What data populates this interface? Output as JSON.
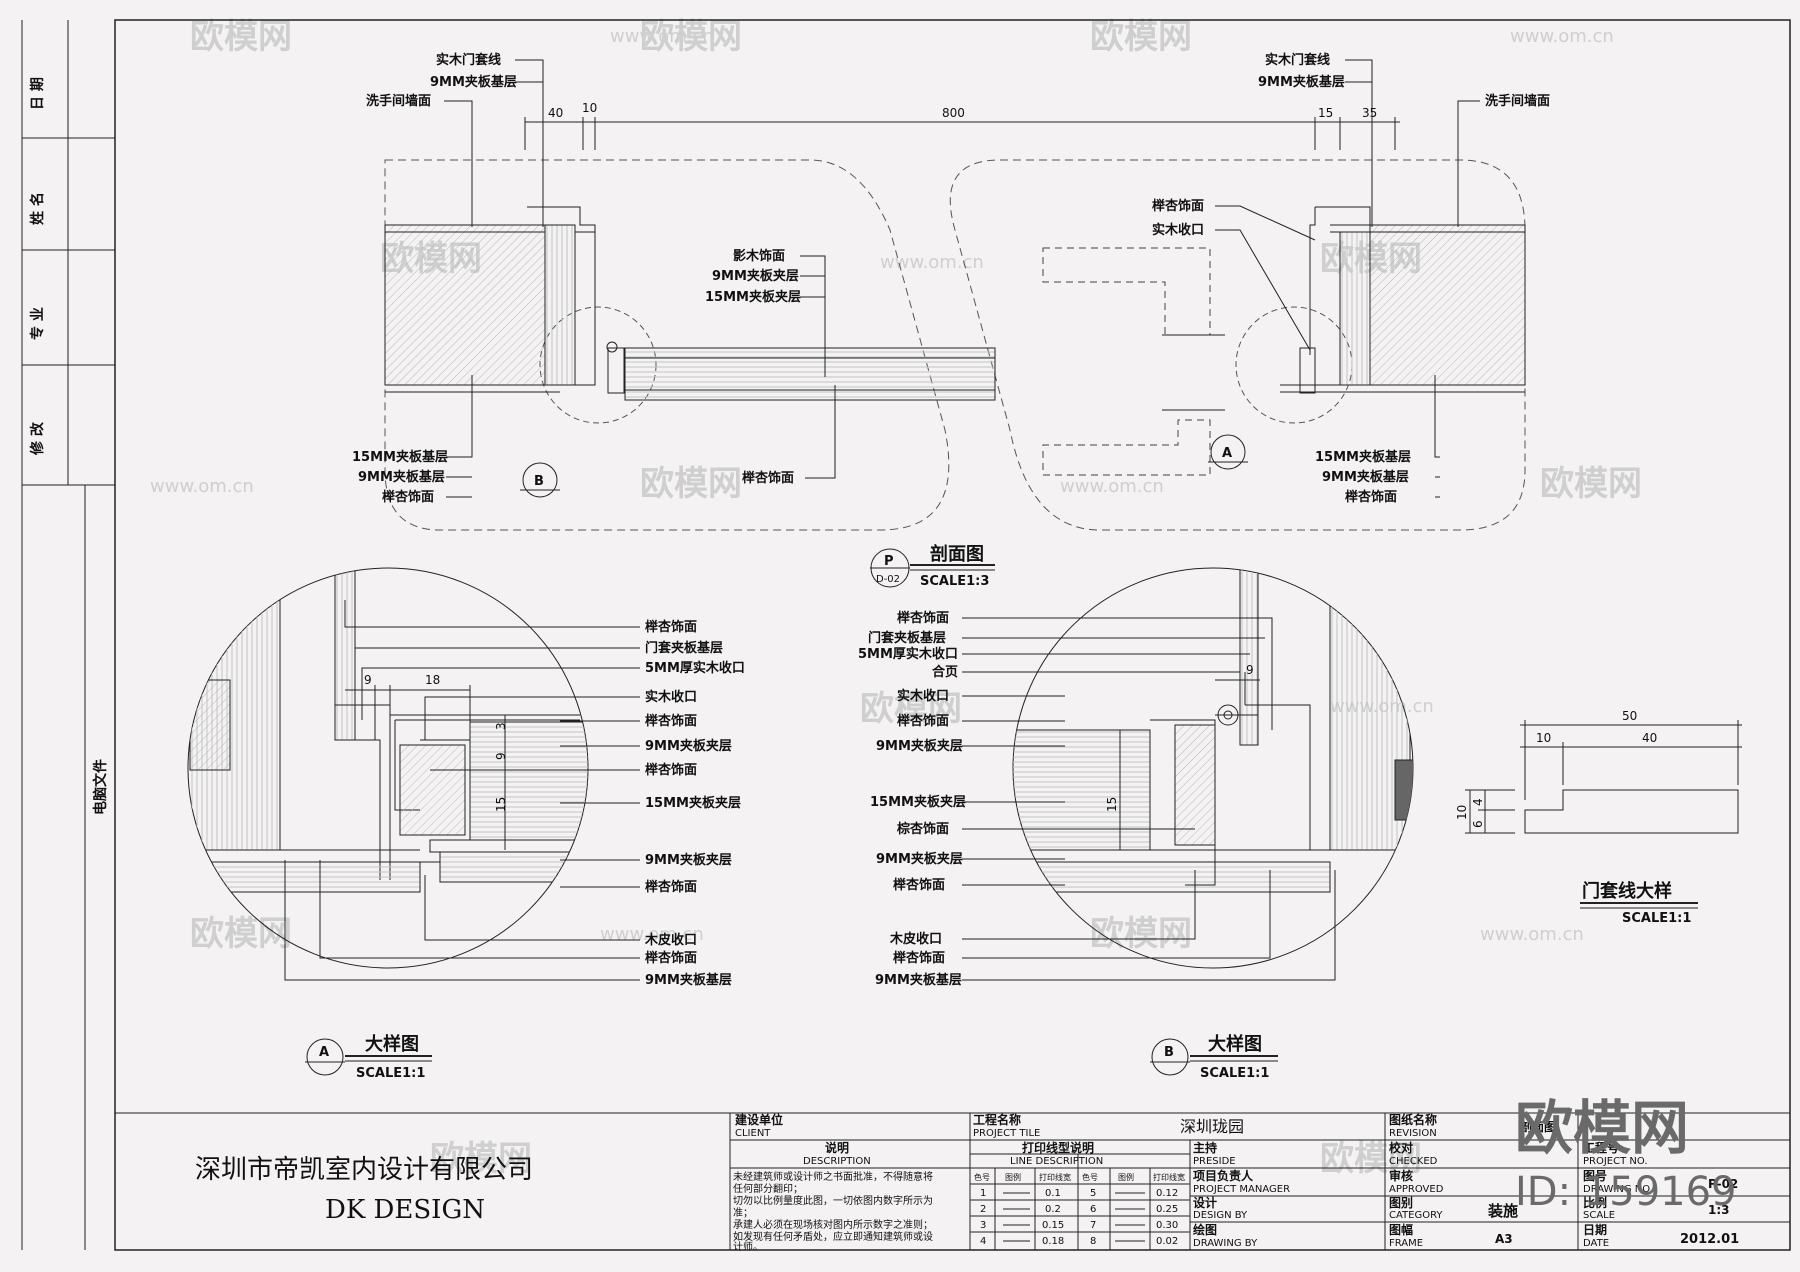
{
  "drawing_title": {
    "name": "剖面图",
    "scale": "SCALE1:3",
    "marker": "P",
    "sheet_ref": "D-02"
  },
  "detail_a_title": {
    "name": "大样图",
    "scale": "SCALE1:1",
    "marker": "A"
  },
  "detail_b_title": {
    "name": "大样图",
    "scale": "SCALE1:1",
    "marker": "B"
  },
  "casing_detail": {
    "name": "门套线大样",
    "scale": "SCALE1:1",
    "dims": [
      "50",
      "10",
      "40",
      "10",
      "4",
      "6"
    ]
  },
  "section": {
    "top_dims": [
      "40",
      "10",
      "800",
      "15",
      "35"
    ],
    "left_top_labels": [
      "实木门套线",
      "9MM夹板基层",
      "洗手间墙面"
    ],
    "right_top_labels": [
      "实木门套线",
      "9MM夹板基层"
    ],
    "right_wall_label": "洗手间墙面",
    "door_labels": [
      "影木饰面",
      "9MM夹板夹层",
      "15MM夹板夹层"
    ],
    "right_mid_labels": [
      "榉杏饰面",
      "实木收口"
    ],
    "left_bottom_labels": [
      "15MM夹板基层",
      "9MM夹板基层",
      "榉杏饰面"
    ],
    "center_bottom_label": "榉杏饰面",
    "right_bottom_labels": [
      "15MM夹板基层",
      "9MM夹板基层",
      "榉杏饰面"
    ],
    "marker_a": "A",
    "marker_b": "B"
  },
  "detail_a": {
    "dims": [
      "9",
      "18",
      "3",
      "9",
      "15"
    ],
    "labels": [
      "榉杏饰面",
      "门套夹板基层",
      "5MM厚实木收口",
      "实木收口",
      "榉杏饰面",
      "9MM夹板夹层",
      "榉杏饰面",
      "15MM夹板夹层",
      "9MM夹板夹层",
      "榉杏饰面"
    ],
    "bottom_labels": [
      "木皮收口",
      "榉杏饰面",
      "9MM夹板基层"
    ]
  },
  "detail_b": {
    "dims": [
      "9",
      "15"
    ],
    "labels": [
      "榉杏饰面",
      "门套夹板基层",
      "5MM厚实木收口",
      "合页",
      "实木收口",
      "榉杏饰面",
      "9MM夹板夹层",
      "15MM夹板夹层",
      "棕杏饰面",
      "9MM夹板夹层",
      "榉杏饰面"
    ],
    "bottom_labels": [
      "木皮收口",
      "榉杏饰面",
      "9MM夹板基层"
    ]
  },
  "side_panel": {
    "rows": [
      "日 期",
      "姓 名",
      "专 业",
      "修 改"
    ],
    "file_label": "电脑文件"
  },
  "title_block": {
    "company": "深圳市帝凯室内设计有限公司",
    "company_en": "DK    DESIGN",
    "client_cn": "建设单位",
    "client_en": "CLIENT",
    "desc_cn": "说明",
    "desc_en": "DESCRIPTION",
    "desc_text": [
      "未经建筑师或设计师之书面批准，不得随意将",
      "任何部分翻印；",
      "切勿以比例量度此图，一切依图内数字所示为",
      "准；",
      "承建人必须在现场核对图内所示数字之准则；",
      "如发现有任何矛盾处，应立即通知建筑师或设",
      "计师。"
    ],
    "project_cn": "工程名称",
    "project_en": "PROJECT TILE",
    "project_name": "深圳珑园",
    "line_cn": "打印线型说明",
    "line_en": "LINE DESCRIPTION",
    "line_headers": [
      "色号",
      "图例",
      "打印线宽",
      "色号",
      "图例",
      "打印线宽"
    ],
    "line_rows": [
      [
        "1",
        "0.1",
        "5",
        "0.12"
      ],
      [
        "2",
        "0.2",
        "6",
        "0.25"
      ],
      [
        "3",
        "0.15",
        "7",
        "0.30"
      ],
      [
        "4",
        "0.18",
        "8",
        "0.02"
      ]
    ],
    "roles": [
      [
        "主持",
        "PRESIDE"
      ],
      [
        "项目负责人",
        "PROJECT MANAGER"
      ],
      [
        "设计",
        "DESIGN BY"
      ],
      [
        "绘图",
        "DRAWING BY"
      ]
    ],
    "meta": [
      [
        "图纸名称",
        "REVISION"
      ],
      [
        "校对",
        "CHECKED"
      ],
      [
        "审核",
        "APPROVED"
      ],
      [
        "图别",
        "CATEGORY"
      ],
      [
        "图幅",
        "FRAME"
      ]
    ],
    "category": "装施",
    "frame": "A3",
    "sheet_name": "剖面图",
    "meta_right": [
      [
        "工程号",
        "PROJECT NO."
      ],
      [
        "图号",
        "DRAWING NO."
      ],
      [
        "比例",
        "SCALE"
      ],
      [
        "日期",
        "DATE"
      ]
    ],
    "drawing_no": "P-02",
    "scale": "1:3",
    "date": "2012.01"
  },
  "watermark": {
    "brand": "欧模网",
    "url": "www.om.cn",
    "big": "欧模网",
    "id": "ID: 159169"
  }
}
